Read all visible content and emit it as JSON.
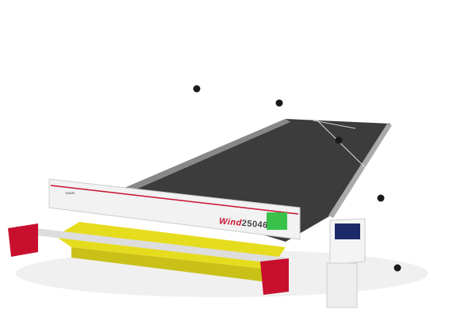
{
  "product": {
    "model_brand": "Wind",
    "model_number": "25046",
    "logo_text": "YAWEI",
    "colors": {
      "accent_red": "#c8102e",
      "table_yellow": "#e6dc1e",
      "bed_dark": "#3a3a3a"
    }
  },
  "hotspots": [
    {
      "id": "hotspot-1"
    },
    {
      "id": "hotspot-2"
    },
    {
      "id": "hotspot-3"
    },
    {
      "id": "hotspot-4"
    },
    {
      "id": "hotspot-5"
    }
  ]
}
